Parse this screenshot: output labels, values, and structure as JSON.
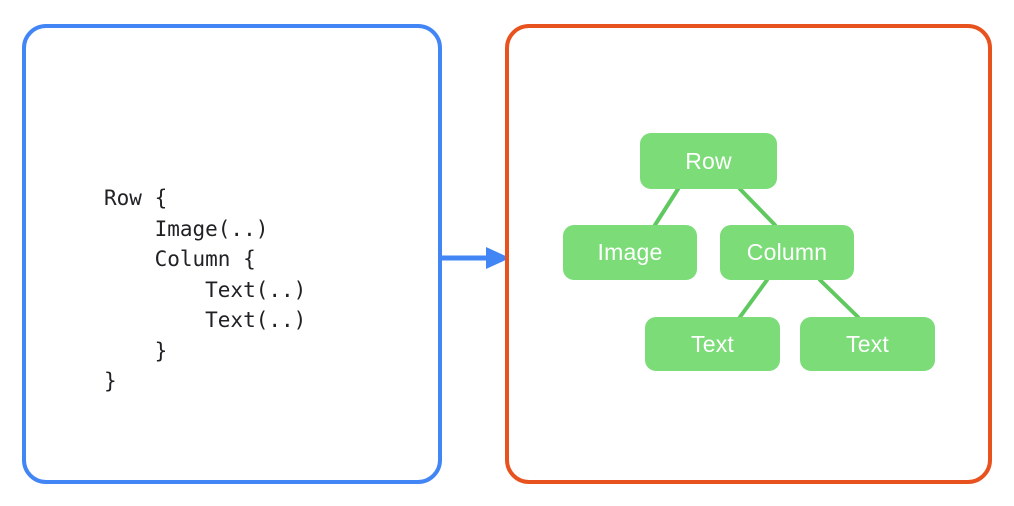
{
  "diagram": {
    "code_panel": {
      "border_color": "#4285f4",
      "code": "Row {\n    Image(..)\n    Column {\n        Text(..)\n        Text(..)\n    }\n}"
    },
    "arrow": {
      "color": "#4285f4",
      "icon": "arrow-right-icon"
    },
    "tree_panel": {
      "border_color": "#e8521e",
      "node_fill": "#7bdc78",
      "node_text_color": "#ffffff",
      "edge_color": "#5fc95f",
      "nodes": [
        {
          "id": "row",
          "label": "Row"
        },
        {
          "id": "image",
          "label": "Image"
        },
        {
          "id": "column",
          "label": "Column"
        },
        {
          "id": "text1",
          "label": "Text"
        },
        {
          "id": "text2",
          "label": "Text"
        }
      ],
      "edges": [
        {
          "from": "row",
          "to": "image"
        },
        {
          "from": "row",
          "to": "column"
        },
        {
          "from": "column",
          "to": "text1"
        },
        {
          "from": "column",
          "to": "text2"
        }
      ]
    }
  }
}
